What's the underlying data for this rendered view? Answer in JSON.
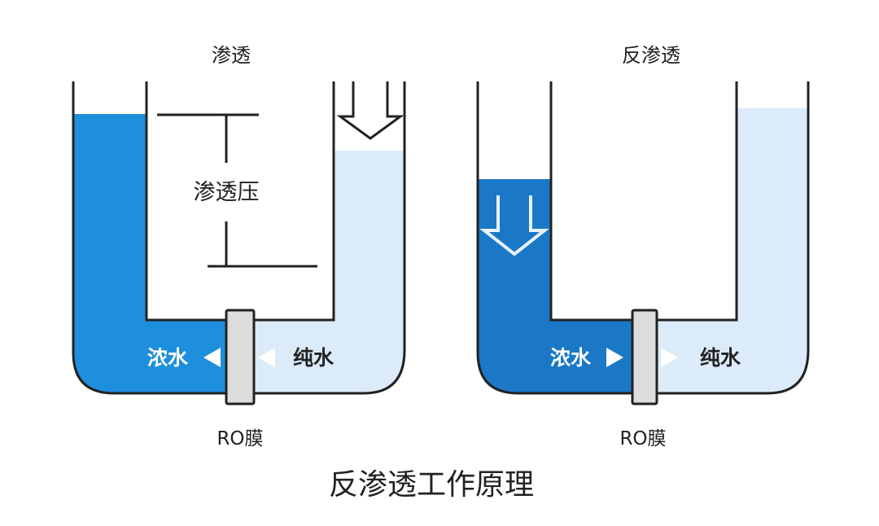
{
  "osmosis": {
    "title": "渗透",
    "pressure_label": "渗透压",
    "concentrated_label": "浓水",
    "pure_label": "纯水",
    "membrane_label": "RO膜"
  },
  "reverse_osmosis": {
    "title": "反渗透",
    "concentrated_label": "浓水",
    "pure_label": "纯水",
    "membrane_label": "RO膜"
  },
  "caption": "反渗透工作原理",
  "colors": {
    "concentrated_water_osmosis": "#1e8fdc",
    "concentrated_water_reverse": "#1a78c7",
    "pure_water": "#dcebf9",
    "outline": "#222222",
    "membrane": "#dcdcdc",
    "arrow_fill": "#ffffff"
  }
}
